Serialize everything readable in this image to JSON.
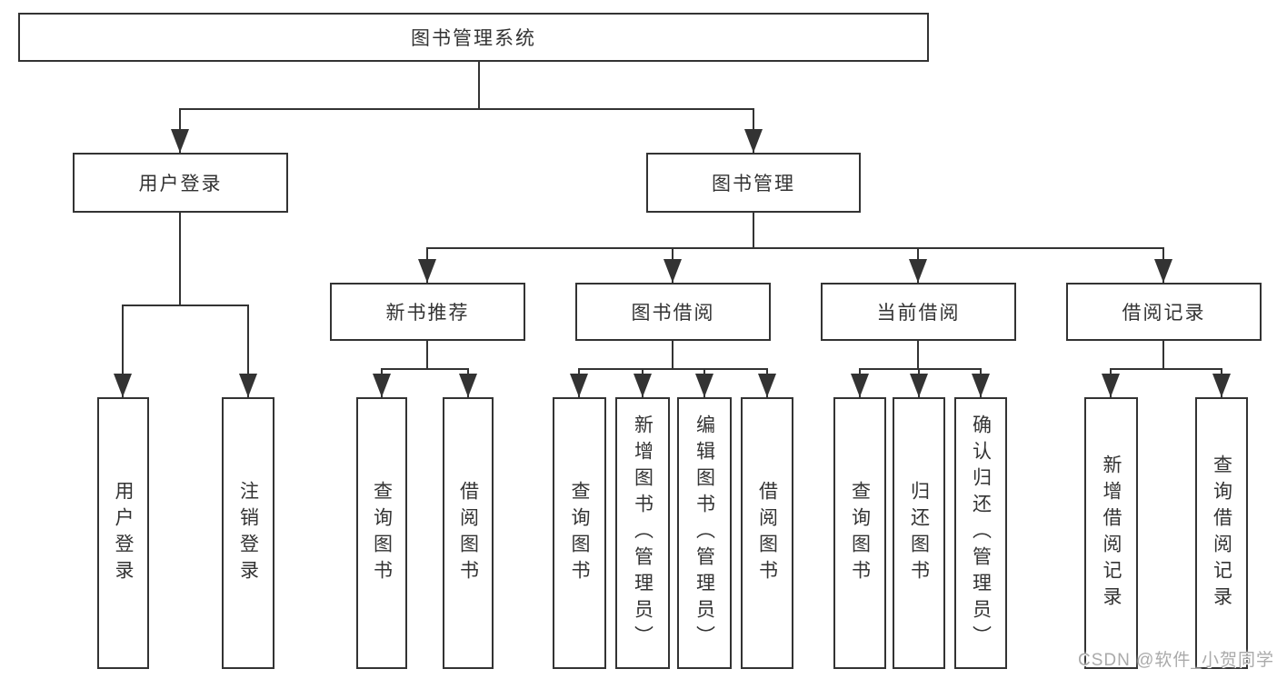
{
  "diagram": {
    "title": "图书管理系统",
    "login": {
      "label": "用户登录",
      "children": [
        {
          "label": "用户登录"
        },
        {
          "label": "注销登录"
        }
      ]
    },
    "management": {
      "label": "图书管理",
      "modules": [
        {
          "label": "新书推荐",
          "children": [
            {
              "label": "查询图书"
            },
            {
              "label": "借阅图书"
            }
          ]
        },
        {
          "label": "图书借阅",
          "children": [
            {
              "label": "查询图书"
            },
            {
              "label": "新增图书（管理员）"
            },
            {
              "label": "编辑图书（管理员）"
            },
            {
              "label": "借阅图书"
            }
          ]
        },
        {
          "label": "当前借阅",
          "children": [
            {
              "label": "查询图书"
            },
            {
              "label": "归还图书"
            },
            {
              "label": "确认归还（管理员）"
            }
          ]
        },
        {
          "label": "借阅记录",
          "children": [
            {
              "label": "新增借阅记录"
            },
            {
              "label": "查询借阅记录"
            }
          ]
        }
      ]
    },
    "colors": {
      "line": "#333333",
      "text": "#333333",
      "background": "#ffffff",
      "watermark": "#aaaaaa"
    },
    "watermark": "CSDN @软件_小贺同学"
  }
}
